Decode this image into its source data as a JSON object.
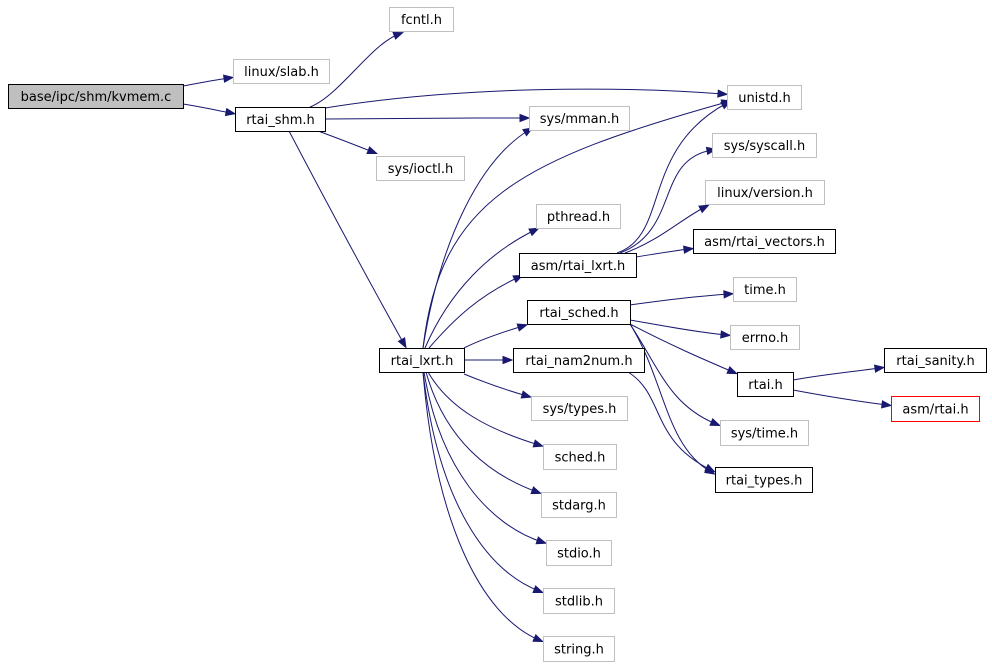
{
  "colors": {
    "edge": "#191970",
    "root_fill": "#bfbfbf",
    "border_documented": "#000000",
    "border_undocumented": "#bfbfbf",
    "border_truncated": "#ff0000",
    "text": "#000000"
  },
  "nodes": {
    "kvmem_c": {
      "label": "base/ipc/shm/kvmem.c",
      "kind": "root"
    },
    "fcntl_h": {
      "label": "fcntl.h",
      "kind": "undocumented"
    },
    "linux_slab_h": {
      "label": "linux/slab.h",
      "kind": "undocumented"
    },
    "rtai_shm_h": {
      "label": "rtai_shm.h",
      "kind": "documented"
    },
    "unistd_h": {
      "label": "unistd.h",
      "kind": "undocumented"
    },
    "sys_mman_h": {
      "label": "sys/mman.h",
      "kind": "undocumented"
    },
    "sys_ioctl_h": {
      "label": "sys/ioctl.h",
      "kind": "undocumented"
    },
    "sys_syscall_h": {
      "label": "sys/syscall.h",
      "kind": "undocumented"
    },
    "linux_version_h": {
      "label": "linux/version.h",
      "kind": "undocumented"
    },
    "pthread_h": {
      "label": "pthread.h",
      "kind": "undocumented"
    },
    "asm_rtai_vectors_h": {
      "label": "asm/rtai_vectors.h",
      "kind": "documented"
    },
    "asm_rtai_lxrt_h": {
      "label": "asm/rtai_lxrt.h",
      "kind": "documented"
    },
    "time_h": {
      "label": "time.h",
      "kind": "undocumented"
    },
    "rtai_sched_h": {
      "label": "rtai_sched.h",
      "kind": "documented"
    },
    "errno_h": {
      "label": "errno.h",
      "kind": "undocumented"
    },
    "rtai_sanity_h": {
      "label": "rtai_sanity.h",
      "kind": "documented"
    },
    "rtai_lxrt_h": {
      "label": "rtai_lxrt.h",
      "kind": "documented"
    },
    "rtai_nam2num_h": {
      "label": "rtai_nam2num.h",
      "kind": "documented"
    },
    "rtai_h": {
      "label": "rtai.h",
      "kind": "documented"
    },
    "asm_rtai_h": {
      "label": "asm/rtai.h",
      "kind": "truncated"
    },
    "sys_types_h": {
      "label": "sys/types.h",
      "kind": "undocumented"
    },
    "sys_time_h": {
      "label": "sys/time.h",
      "kind": "undocumented"
    },
    "sched_h": {
      "label": "sched.h",
      "kind": "undocumented"
    },
    "rtai_types_h": {
      "label": "rtai_types.h",
      "kind": "documented"
    },
    "stdarg_h": {
      "label": "stdarg.h",
      "kind": "undocumented"
    },
    "stdio_h": {
      "label": "stdio.h",
      "kind": "undocumented"
    },
    "stdlib_h": {
      "label": "stdlib.h",
      "kind": "undocumented"
    },
    "string_h": {
      "label": "string.h",
      "kind": "undocumented"
    }
  },
  "edges": [
    {
      "from": "kvmem_c",
      "to": "linux_slab_h"
    },
    {
      "from": "kvmem_c",
      "to": "rtai_shm_h"
    },
    {
      "from": "rtai_shm_h",
      "to": "fcntl_h"
    },
    {
      "from": "rtai_shm_h",
      "to": "unistd_h"
    },
    {
      "from": "rtai_shm_h",
      "to": "sys_mman_h"
    },
    {
      "from": "rtai_shm_h",
      "to": "sys_ioctl_h"
    },
    {
      "from": "rtai_shm_h",
      "to": "rtai_lxrt_h"
    },
    {
      "from": "rtai_lxrt_h",
      "to": "unistd_h"
    },
    {
      "from": "rtai_lxrt_h",
      "to": "sys_mman_h"
    },
    {
      "from": "rtai_lxrt_h",
      "to": "pthread_h"
    },
    {
      "from": "rtai_lxrt_h",
      "to": "asm_rtai_lxrt_h"
    },
    {
      "from": "rtai_lxrt_h",
      "to": "rtai_sched_h"
    },
    {
      "from": "rtai_lxrt_h",
      "to": "rtai_nam2num_h"
    },
    {
      "from": "rtai_lxrt_h",
      "to": "sys_types_h"
    },
    {
      "from": "rtai_lxrt_h",
      "to": "sched_h"
    },
    {
      "from": "rtai_lxrt_h",
      "to": "stdarg_h"
    },
    {
      "from": "rtai_lxrt_h",
      "to": "stdio_h"
    },
    {
      "from": "rtai_lxrt_h",
      "to": "stdlib_h"
    },
    {
      "from": "rtai_lxrt_h",
      "to": "string_h"
    },
    {
      "from": "asm_rtai_lxrt_h",
      "to": "unistd_h"
    },
    {
      "from": "asm_rtai_lxrt_h",
      "to": "sys_syscall_h"
    },
    {
      "from": "asm_rtai_lxrt_h",
      "to": "linux_version_h"
    },
    {
      "from": "asm_rtai_lxrt_h",
      "to": "asm_rtai_vectors_h"
    },
    {
      "from": "rtai_sched_h",
      "to": "time_h"
    },
    {
      "from": "rtai_sched_h",
      "to": "errno_h"
    },
    {
      "from": "rtai_sched_h",
      "to": "rtai_h"
    },
    {
      "from": "rtai_sched_h",
      "to": "sys_time_h"
    },
    {
      "from": "rtai_sched_h",
      "to": "rtai_types_h"
    },
    {
      "from": "rtai_nam2num_h",
      "to": "rtai_types_h"
    },
    {
      "from": "rtai_h",
      "to": "rtai_sanity_h"
    },
    {
      "from": "rtai_h",
      "to": "asm_rtai_h"
    }
  ]
}
